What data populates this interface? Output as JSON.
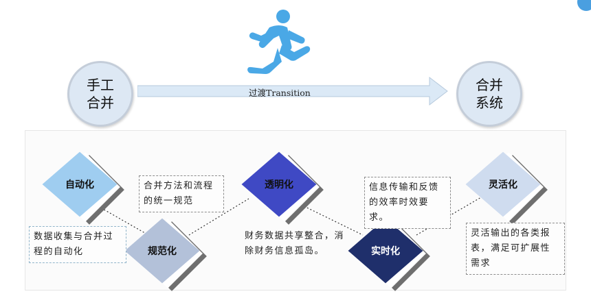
{
  "top": {
    "left_circle": "手工合并",
    "right_circle": "合并系统",
    "arrow_label": "过渡Transition"
  },
  "steps": [
    {
      "label": "自动化",
      "note": "数据收集与合并过程的自动化"
    },
    {
      "label": "规范化",
      "note": "合并方法和流程的统一规范"
    },
    {
      "label": "透明化",
      "note": "财务数据共享整合，消除财务信息孤岛。"
    },
    {
      "label": "实时化",
      "note": "信息传输和反馈的效率时效要求。"
    },
    {
      "label": "灵活化",
      "note": "灵活输出的各类报表，满足可扩展性需求"
    }
  ],
  "colors": {
    "circle_fill": "#dde8f4",
    "arrow_fill": "#dbe9f6",
    "runner": "#4aa8e6",
    "step_1": "#9fcdf0",
    "step_2": "#b3c1d9",
    "step_3": "#3f49c4",
    "step_4": "#1f2f6b",
    "step_5": "#cfdcef"
  },
  "icons": [
    "running-person-icon",
    "right-arrow-icon"
  ]
}
